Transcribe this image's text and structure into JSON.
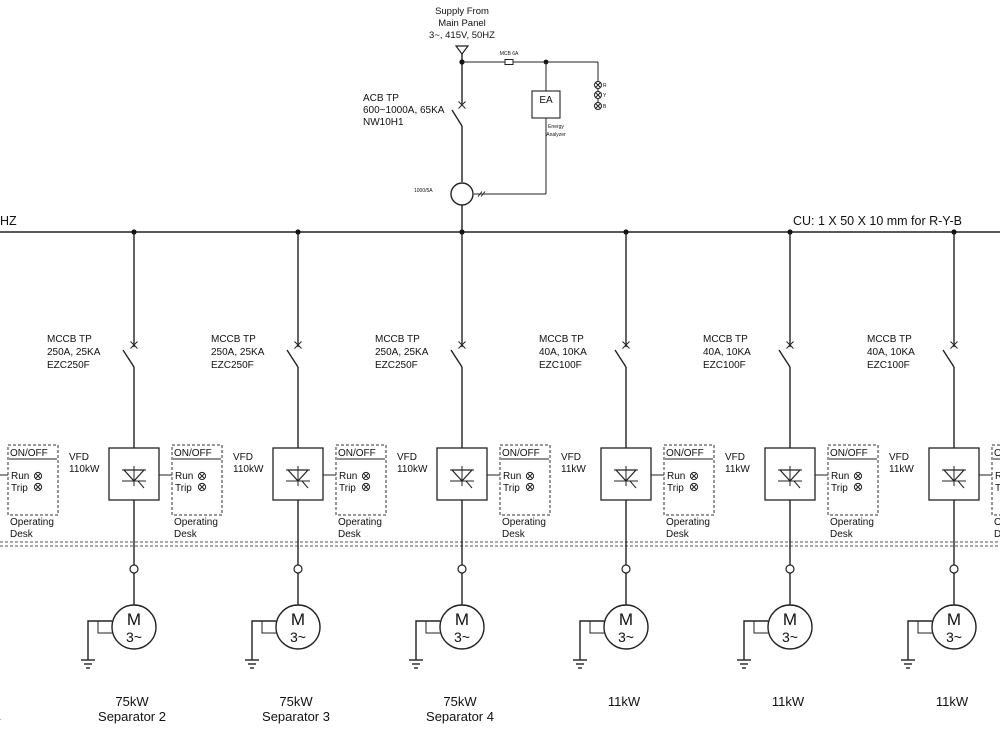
{
  "supply": {
    "line1": "Supply From",
    "line2": "Main Panel",
    "line3": "3~, 415V, 50HZ"
  },
  "mcb_label": "MCB 6A",
  "lamp_labels": [
    "R",
    "Y",
    "B"
  ],
  "energy_analyzer": {
    "symbol": "EA",
    "label1": "Energy",
    "label2": "Analyzer"
  },
  "acb": {
    "line1": "ACB TP",
    "line2": "600~1000A, 65KA",
    "line3": "NW10H1"
  },
  "ct_label": "1000/5A",
  "bus": {
    "left_label": "HZ",
    "right_label": "CU: 1 X 50 X 10 mm for R-Y-B"
  },
  "desk": {
    "onoff": "ON/OFF",
    "run": "Run",
    "trip": "Trip",
    "caption1": "Operating",
    "caption2": "Desk"
  },
  "motor": {
    "letter": "M",
    "phase": "3~"
  },
  "feeders": [
    {
      "mccb1": "MCCB TP",
      "mccb2": "250A, 25KA",
      "mccb3": "EZC250F",
      "vfd1": "VFD",
      "vfd2": "110kW",
      "kw": "75kW",
      "name": "Separator 2"
    },
    {
      "mccb1": "MCCB TP",
      "mccb2": "250A, 25KA",
      "mccb3": "EZC250F",
      "vfd1": "VFD",
      "vfd2": "110kW",
      "kw": "75kW",
      "name": "Separator 3"
    },
    {
      "mccb1": "MCCB TP",
      "mccb2": "250A, 25KA",
      "mccb3": "EZC250F",
      "vfd1": "VFD",
      "vfd2": "110kW",
      "kw": "75kW",
      "name": "Separator 4"
    },
    {
      "mccb1": "MCCB TP",
      "mccb2": "40A, 10KA",
      "mccb3": "EZC100F",
      "vfd1": "VFD",
      "vfd2": "11kW",
      "kw": "11kW",
      "name": ""
    },
    {
      "mccb1": "MCCB TP",
      "mccb2": "40A, 10KA",
      "mccb3": "EZC100F",
      "vfd1": "VFD",
      "vfd2": "11kW",
      "kw": "11kW",
      "name": ""
    },
    {
      "mccb1": "MCCB TP",
      "mccb2": "40A, 10KA",
      "mccb3": "EZC100F",
      "vfd1": "VFD",
      "vfd2": "11kW",
      "kw": "11kW",
      "name": ""
    }
  ]
}
